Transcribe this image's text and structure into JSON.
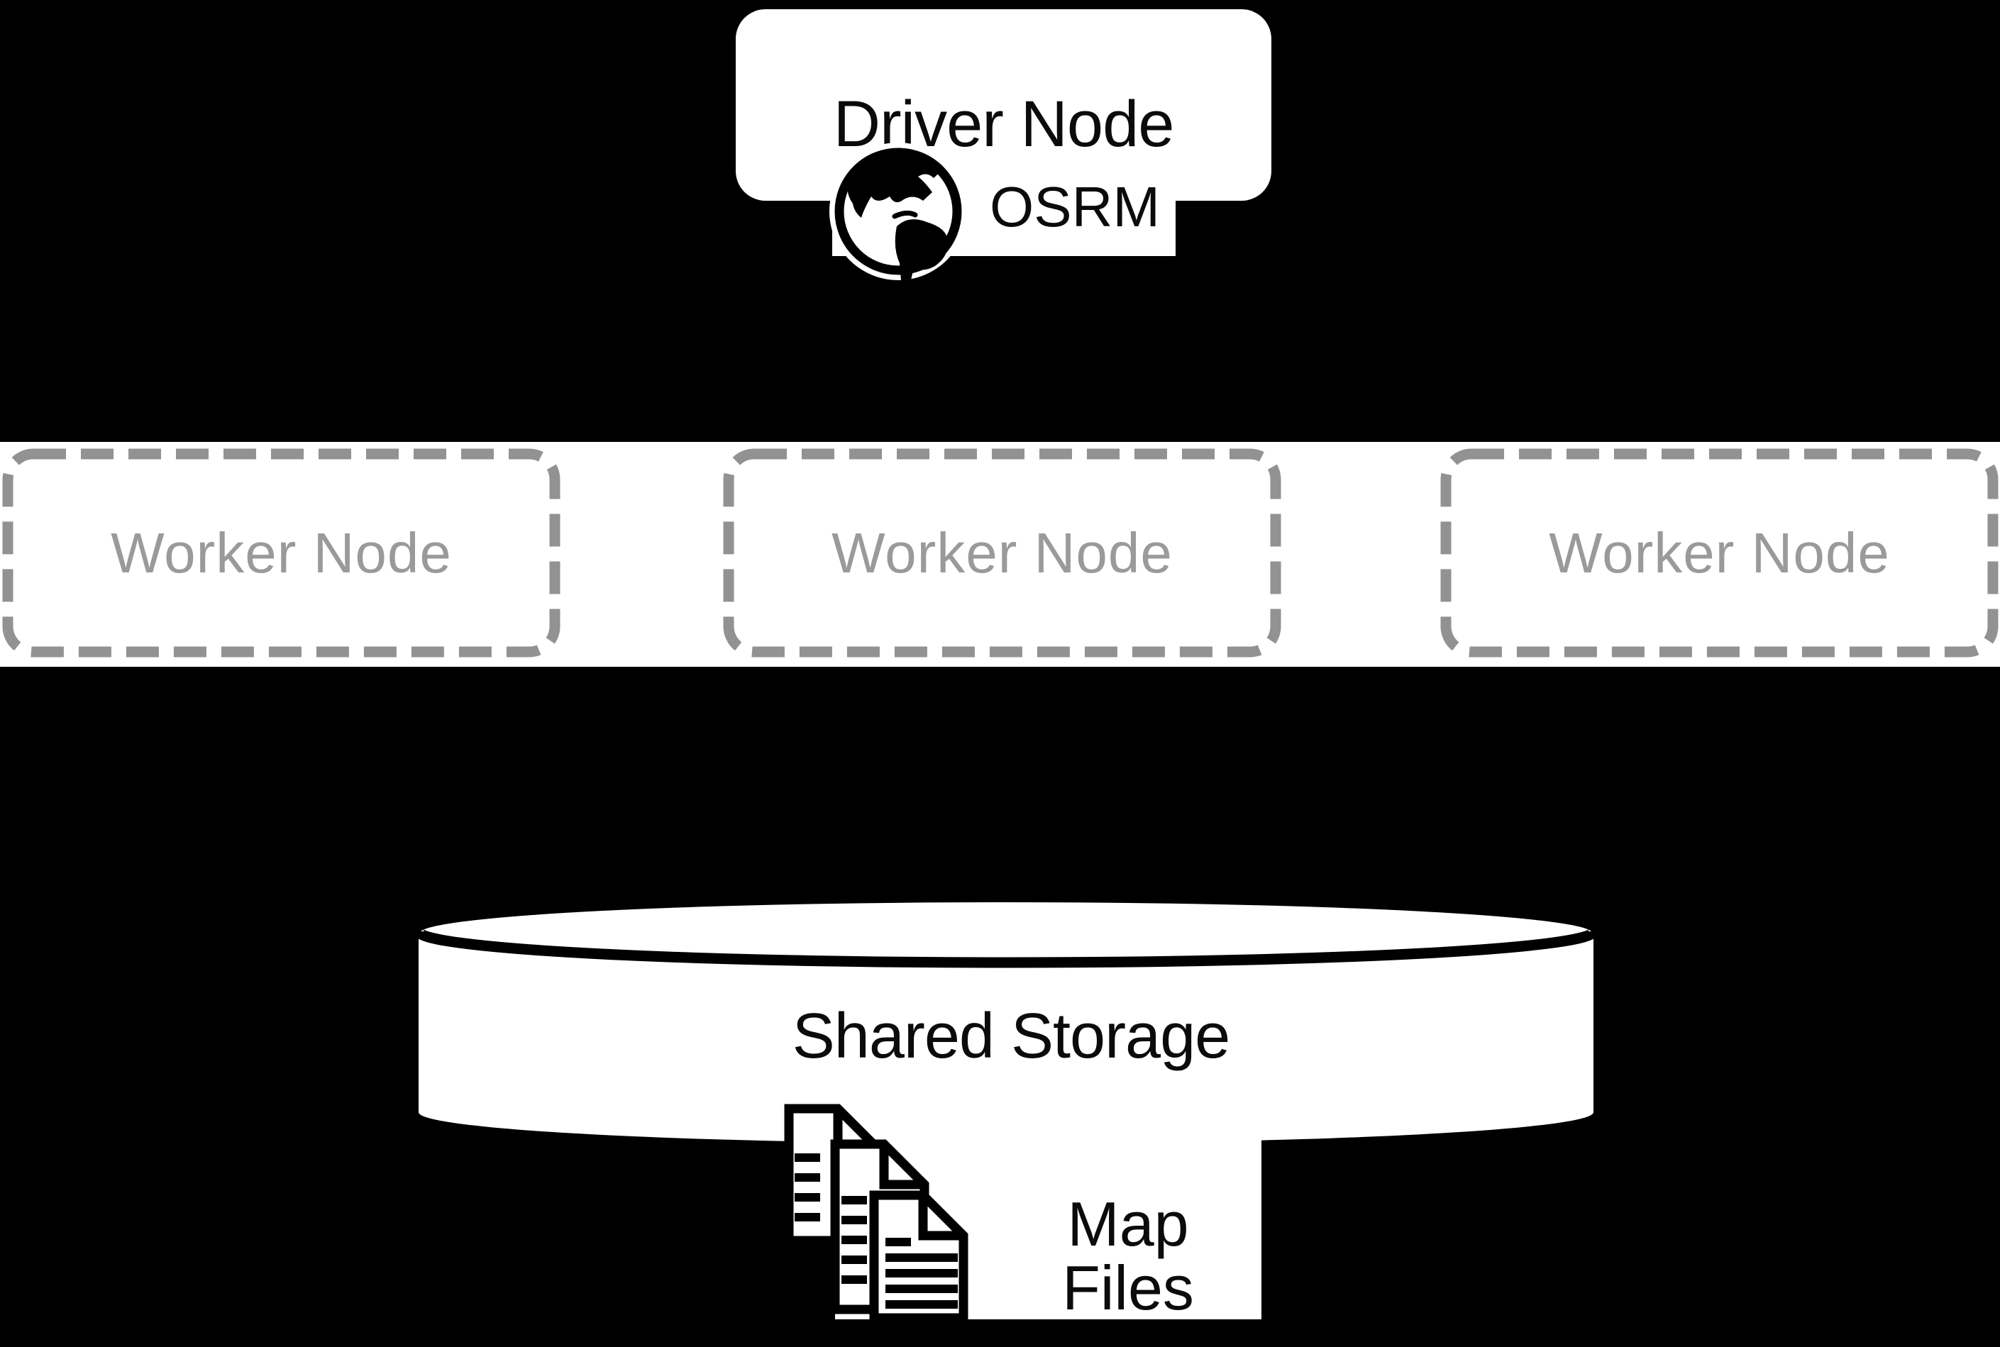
{
  "driver": {
    "label": "Driver Node",
    "engine_label": "OSRM"
  },
  "workers": [
    {
      "label": "Worker Node"
    },
    {
      "label": "Worker Node"
    },
    {
      "label": "Worker Node"
    }
  ],
  "storage": {
    "label": "Shared Storage",
    "files_label": "Map Files"
  },
  "icons": {
    "driver_engine": "globe-americas-icon",
    "storage_files": "documents-stack-icon"
  },
  "colors": {
    "background": "#000000",
    "surface": "#ffffff",
    "dashed_border": "#929292",
    "muted_text": "#9a9a9a",
    "text": "#0b0b0b"
  }
}
